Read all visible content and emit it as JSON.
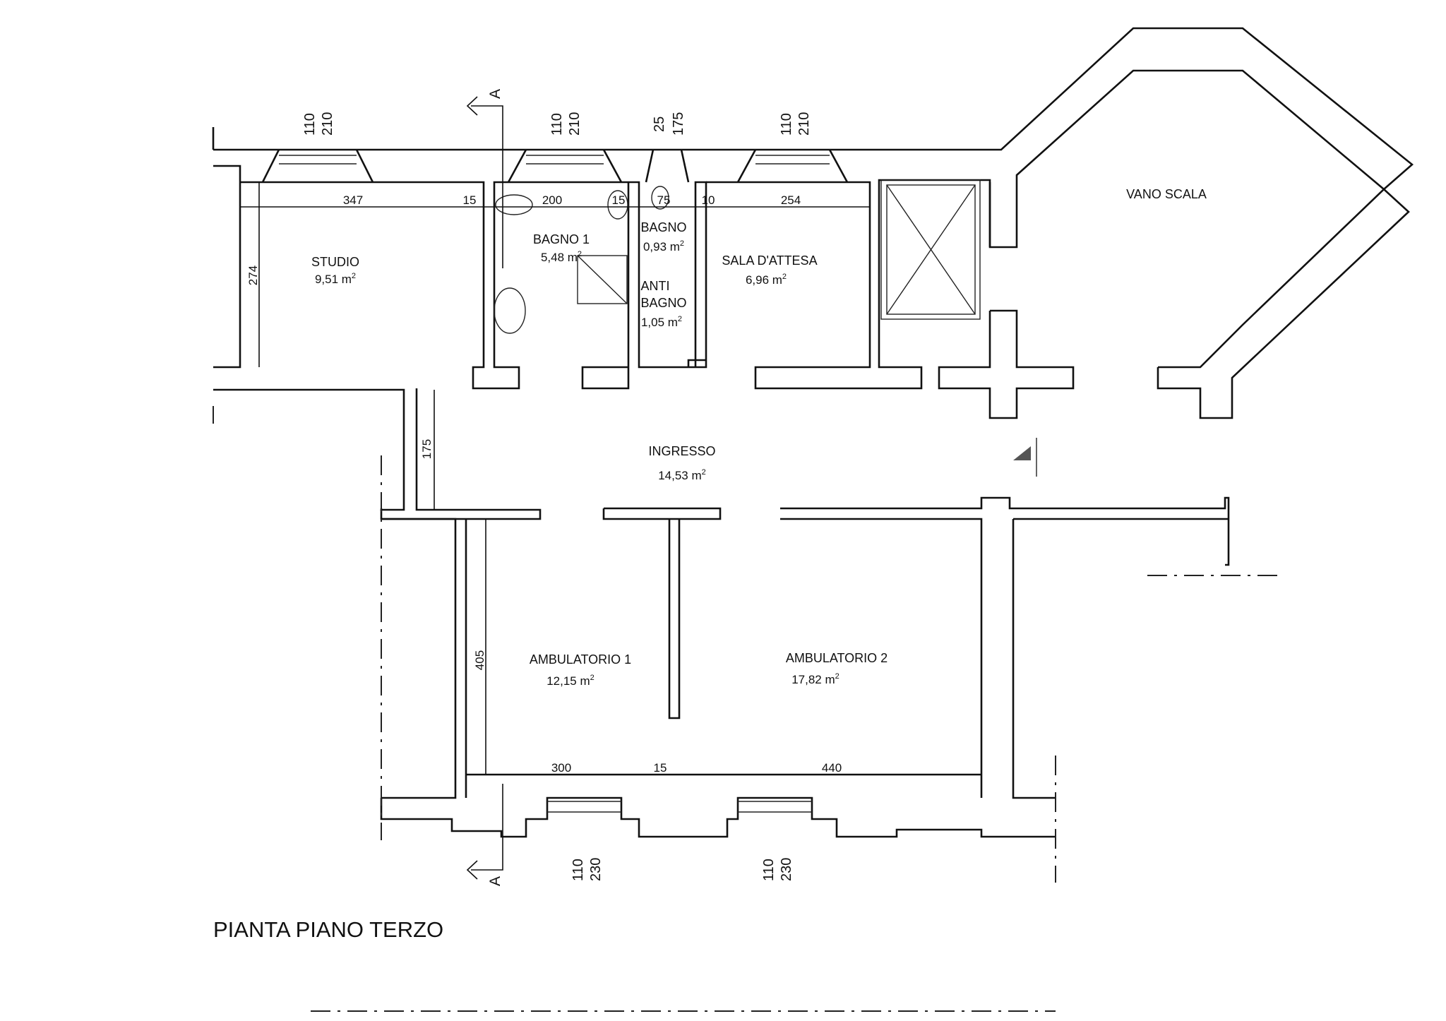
{
  "title": "PIANTA PIANO TERZO",
  "section_mark": "A",
  "sup2": "2",
  "rooms": {
    "studio": {
      "name": "STUDIO",
      "area": "9,51 m"
    },
    "bagno1": {
      "name": "BAGNO 1",
      "area": "5,48 m"
    },
    "bagno": {
      "name": "BAGNO",
      "area": "0,93 m"
    },
    "antibagno": {
      "name1": "ANTI",
      "name2": "BAGNO",
      "area": "1,05 m"
    },
    "sala": {
      "name": "SALA D'ATTESA",
      "area": "6,96 m"
    },
    "vano": {
      "name": "VANO SCALA"
    },
    "ingresso": {
      "name": "INGRESSO",
      "area": "14,53 m"
    },
    "amb1": {
      "name": "AMBULATORIO 1",
      "area": "12,15 m"
    },
    "amb2": {
      "name": "AMBULATORIO 2",
      "area": "17,82 m"
    }
  },
  "dimensions": {
    "studio_w": "347",
    "wall_a": "15",
    "bagno1_w": "200",
    "wall_b": "15",
    "bagno_w": "75",
    "wall_c": "10",
    "sala_w": "254",
    "studio_h": "274",
    "corr_h": "175",
    "amb_h": "405",
    "amb1_w": "300",
    "wall_d": "15",
    "amb2_w": "440"
  },
  "windows": {
    "w1": {
      "width": "110",
      "height": "210"
    },
    "w2": {
      "width": "110",
      "height": "210"
    },
    "w3": {
      "width": "25",
      "height": "175"
    },
    "w4": {
      "width": "110",
      "height": "210"
    },
    "w5": {
      "width": "110",
      "height": "230"
    },
    "w6": {
      "width": "110",
      "height": "230"
    }
  }
}
